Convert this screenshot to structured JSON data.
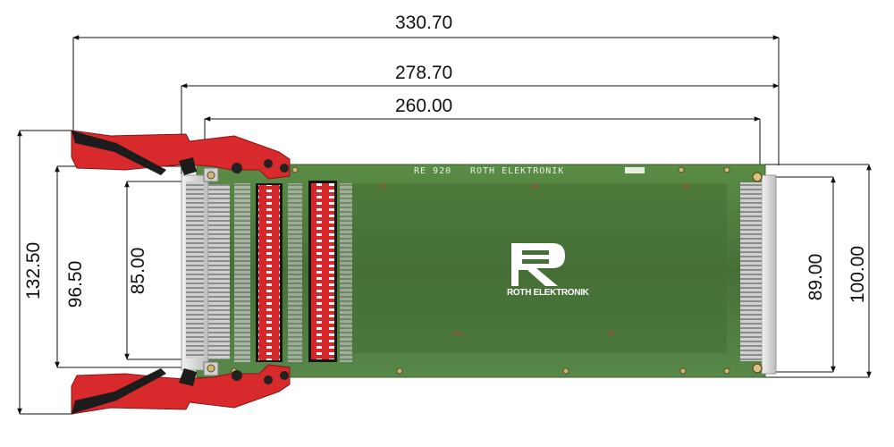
{
  "dimensions": {
    "overall_width": "330.70",
    "ejector_span": "278.70",
    "board_length": "260.00",
    "ejector_height": "132.50",
    "front_height": "96.50",
    "connector_height_left": "85.00",
    "connector_height_right": "89.00",
    "board_height": "100.00"
  },
  "board": {
    "model": "RE 920",
    "maker": "ROTH ELEKTRONIK",
    "logo_text": "ROTH ELEKTRONIK"
  },
  "colors": {
    "pcb": "#4a7b3c",
    "ejector": "#d8262b",
    "connector": "#d9d9d9",
    "dim_line": "#111111"
  }
}
